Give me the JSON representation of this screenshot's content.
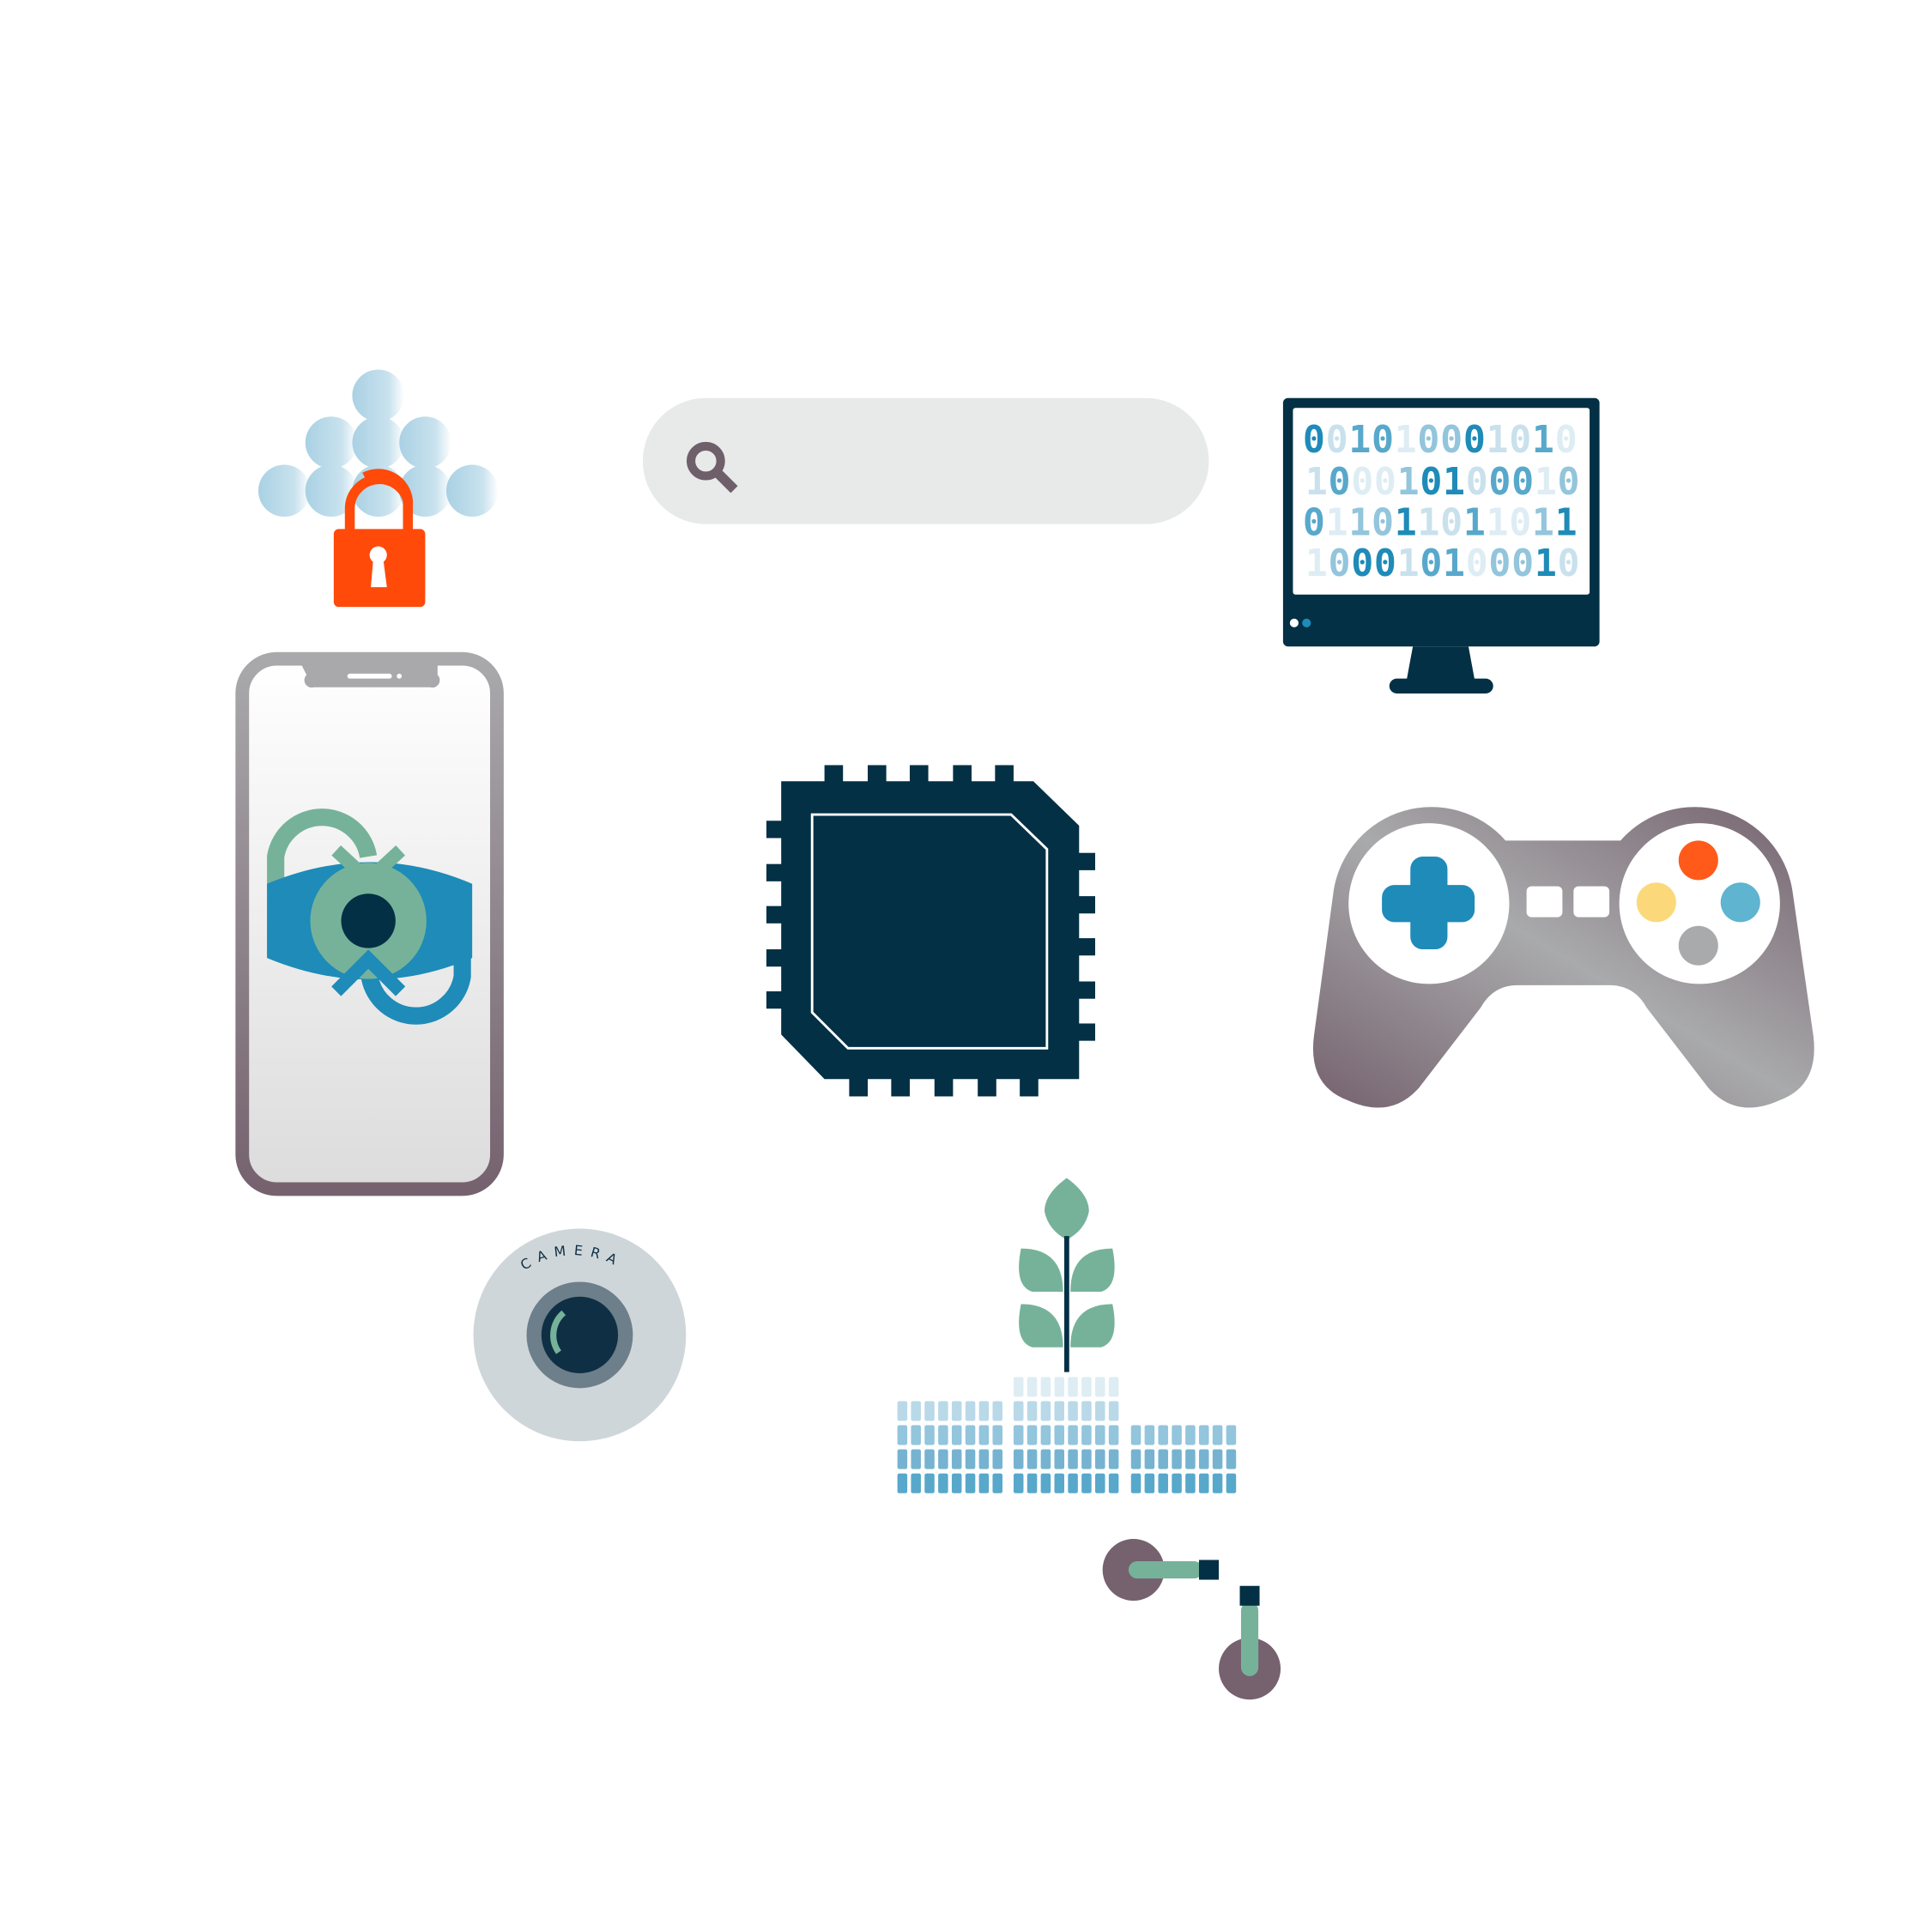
{
  "monitor": {
    "binary_rows": [
      "001010001010",
      "100010100010",
      "011011011011",
      "100010100010"
    ]
  },
  "camera": {
    "label": "CAMERA"
  },
  "colors": {
    "navy": "#033044",
    "blue": "#1e8bb8",
    "green": "#76b29a",
    "orange": "#ff4a0a",
    "mauve": "#75626e",
    "search_bg": "#e8eaea",
    "digit_shades": [
      "#1e8bb8",
      "#58a8cb",
      "#93c5dc",
      "#c9e1ec",
      "#deedf4"
    ]
  },
  "icons": [
    "cloud-lock-icon",
    "search-bar",
    "monitor-binary-icon",
    "phone-eye-icon",
    "chip-icon",
    "gamepad-icon",
    "camera-icon",
    "plant-data-icon",
    "cable-plugs-icon"
  ]
}
